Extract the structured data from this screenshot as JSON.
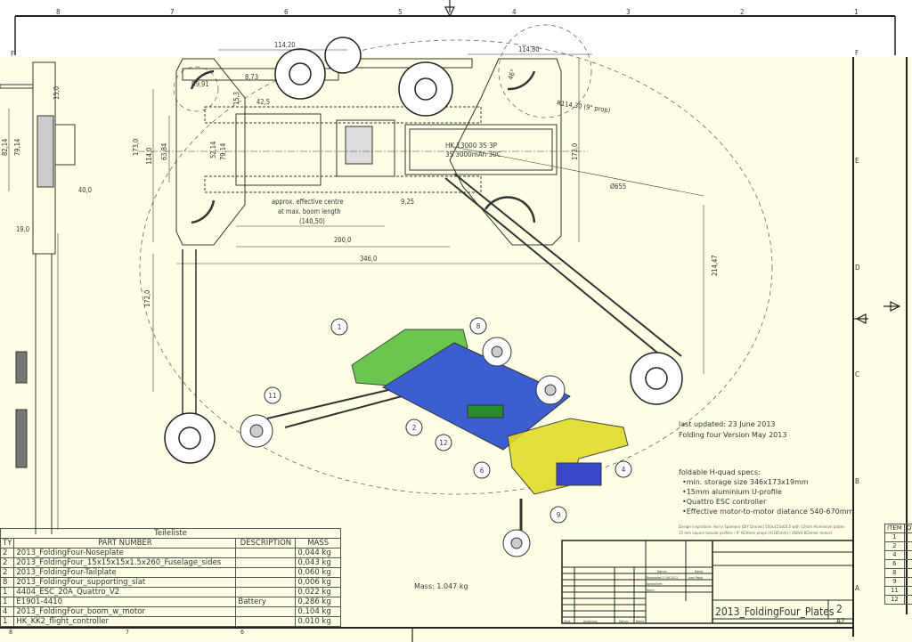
{
  "frame": {
    "columns": [
      "8",
      "7",
      "6",
      "5",
      "4",
      "3",
      "2",
      "1"
    ],
    "rows": [
      "F",
      "E",
      "D",
      "C",
      "B",
      "A"
    ]
  },
  "dimensions": {
    "d1": "114,20",
    "d2": "114,80",
    "d3": "8,73",
    "d4": "R9,91",
    "d5": "15,3",
    "d6": "42,5",
    "d7": "114,0",
    "d8": "63,84",
    "d9": "52,14",
    "d10": "79,14",
    "d11": "173,0",
    "d12": "R114,30 (9\" prop)",
    "d13": "46°",
    "d14": "Ø655",
    "d15": "9,25",
    "d16": "200,0",
    "d17": "346,0",
    "d18": "214,47",
    "d19": "172,0",
    "d20": "82,14",
    "d21": "79,14",
    "d22": "15,0",
    "d23": "40,0",
    "d24": "19,0",
    "d25": "173,0",
    "centre_line1": "approx. effective centre",
    "centre_line2": "at max. boom length",
    "centre_line3": "(140,50)",
    "battery_label1": "HK 13000 3S 3P",
    "battery_label2": "3S 3000mAh 30C"
  },
  "balloons": [
    "1",
    "8",
    "11",
    "2",
    "12",
    "6",
    "4",
    "9"
  ],
  "notes": {
    "updated": "last updated: 23 June 2013",
    "version": "Folding four Version May 2013",
    "specs_title": "foldable H-quad specs:",
    "specs": [
      "•min. storage size 346x173x19mm",
      "•15mm aluminium U-profile",
      "•Quattro ESC controller",
      "•Effective motor-to-motor diatance 540-670mm"
    ],
    "fine1": "Design inspiration: Hurry Sparepro (DIY Drones) 550x153x65,5 with 12mm Aluminium plates",
    "fine2": "15 mm square tubular profiles / 9\" KCHmer props (A(185mm) / 360kV KCHmer motors",
    "mass": "Mass: 1.047 kg"
  },
  "parts_list": {
    "title": "Teileliste",
    "headers": [
      "TY",
      "PART NUMBER",
      "DESCRIPTION",
      "MASS"
    ],
    "rows": [
      [
        "2",
        "2013_FoldingFour-Noseplate",
        "",
        "0,044 kg"
      ],
      [
        "2",
        "2013_FoldingFour_15x15x15x1.5x260_Fuselage_sides",
        "",
        "0,043 kg"
      ],
      [
        "2",
        "2013_FoldingFour-Tailplate",
        "",
        "0,060 kg"
      ],
      [
        "8",
        "2013_FoldingFour_supporting_slat",
        "",
        "0,006 kg"
      ],
      [
        "1",
        "4404_ESC_20A_Quattro_V2",
        "",
        "0,022 kg"
      ],
      [
        "1",
        "E1901-4410",
        "Battery",
        "0,286 kg"
      ],
      [
        "4",
        "2013_FoldingFour_boom_w_motor",
        "",
        "0,104 kg"
      ],
      [
        "1",
        "HK_KK2_flight_controller",
        "",
        "0,010 kg"
      ]
    ]
  },
  "title_block": {
    "drawing_name": "2013_FoldingFour_Plates",
    "sheet": "2",
    "format": "A2",
    "col_date": "Datum",
    "col_name": "Name",
    "row_drawn": "Bearbeitet",
    "row_checked": "Kontrolliert",
    "row_norm": "Norm",
    "drawn_date": "17.06.2013",
    "drawn_name": "Juan Pablo",
    "rev_labels": [
      "Zust.",
      "Änderung",
      "Datum",
      "Name"
    ]
  },
  "item_table": {
    "header": [
      "ITEM",
      "QT"
    ],
    "items": [
      "1",
      "2",
      "4",
      "6",
      "8",
      "9",
      "11",
      "12"
    ]
  },
  "colors": {
    "paper": "#ffffe6",
    "line": "#333333",
    "green": "#5cc040",
    "blue": "#3b5fd0",
    "yellow": "#e3dc2a"
  }
}
